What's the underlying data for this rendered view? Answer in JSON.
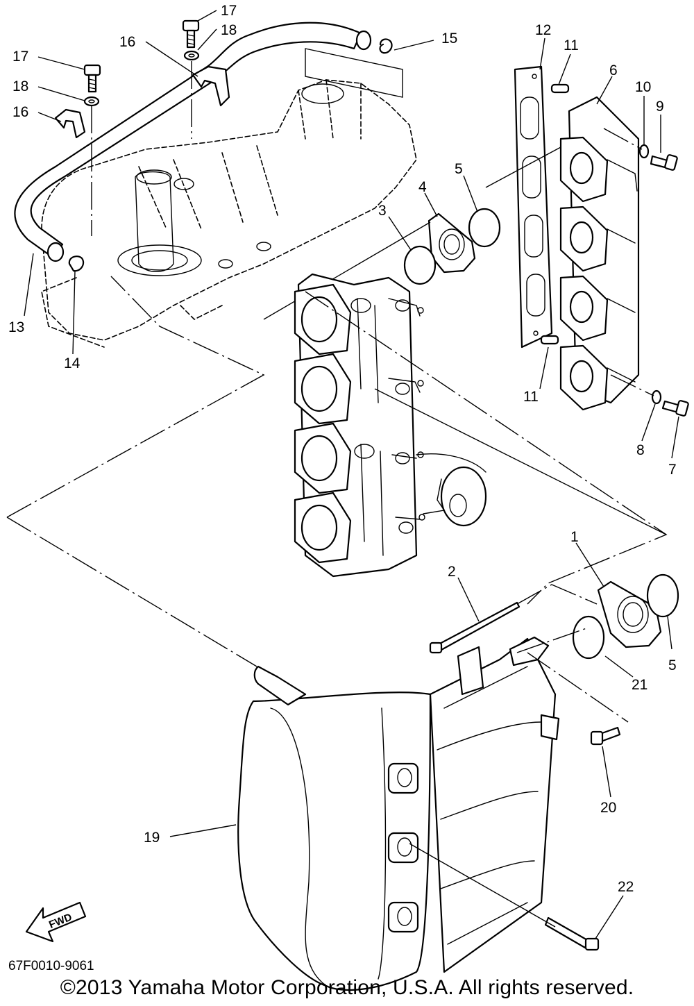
{
  "diagram": {
    "code": "67F0010-9061",
    "copyright": "©2013 Yamaha Motor Corporation, U.S.A. All rights reserved.",
    "fwd_label": "FWD",
    "callouts": [
      "1",
      "2",
      "3",
      "4",
      "5",
      "5",
      "6",
      "7",
      "8",
      "9",
      "10",
      "11",
      "11",
      "12",
      "13",
      "14",
      "15",
      "16",
      "16",
      "17",
      "17",
      "18",
      "18",
      "19",
      "20",
      "21",
      "22"
    ]
  }
}
